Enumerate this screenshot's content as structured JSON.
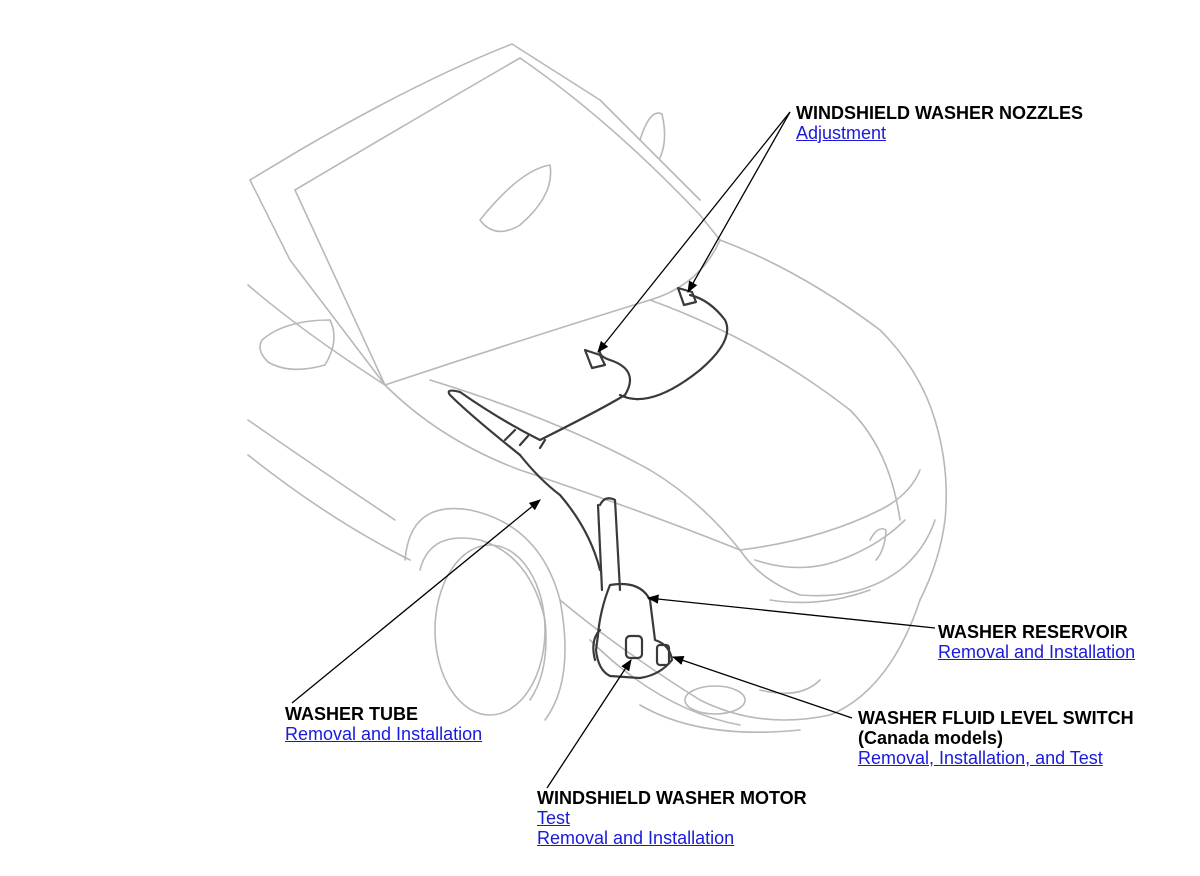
{
  "callouts": {
    "nozzles": {
      "title": "WINDSHIELD WASHER NOZZLES",
      "links": [
        "Adjustment"
      ]
    },
    "reservoir": {
      "title": "WASHER RESERVOIR",
      "links": [
        "Removal and Installation"
      ]
    },
    "fluid_switch": {
      "title": "WASHER FLUID LEVEL SWITCH",
      "subtitle": "(Canada models)",
      "links": [
        "Removal, Installation, and Test"
      ]
    },
    "tube": {
      "title": "WASHER TUBE",
      "links": [
        "Removal and Installation"
      ]
    },
    "motor": {
      "title": "WINDSHIELD WASHER MOTOR",
      "links": [
        "Test",
        "Removal and Installation"
      ]
    }
  },
  "colors": {
    "link": "#1a1adb",
    "line_art": "#bdbdbd",
    "component": "#3a3a3a"
  }
}
